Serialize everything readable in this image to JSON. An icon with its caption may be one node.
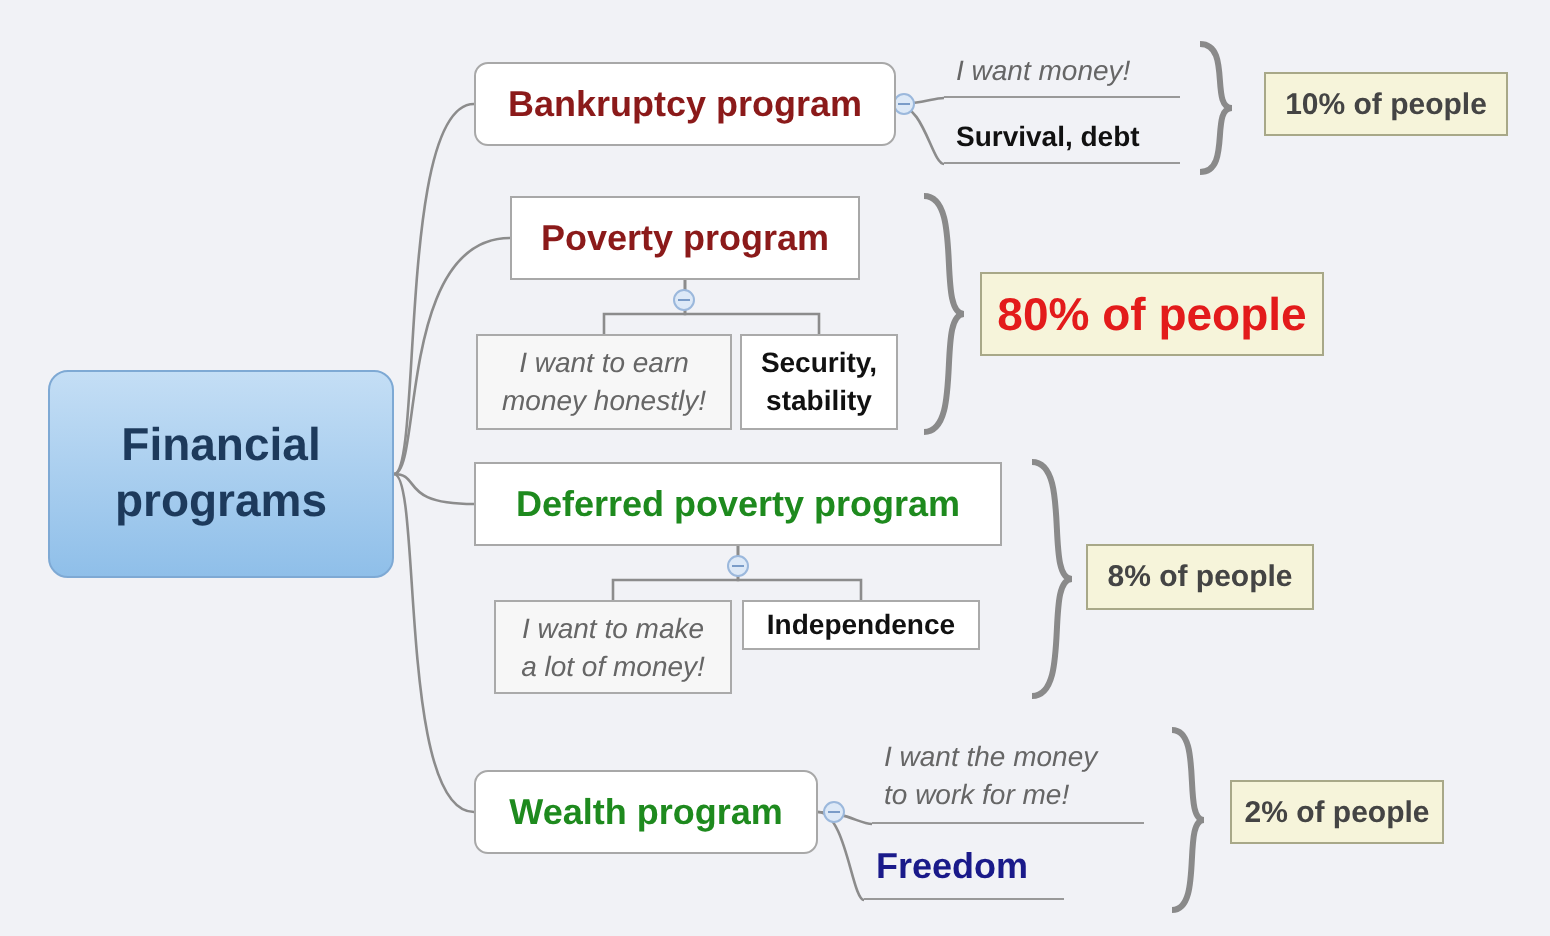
{
  "diagram": {
    "nodes": [
      {
        "text": [
          "Financial programs"
        ]
      },
      {
        "text": [
          "Bankruptcy program"
        ]
      },
      {
        "text": [
          "I want money!"
        ]
      },
      {
        "text": [
          "Survival, debt"
        ]
      },
      {
        "text": [
          "10% of people"
        ]
      },
      {
        "text": [
          "Poverty program"
        ]
      },
      {
        "text": [
          "I want to earn money honestly!"
        ]
      },
      {
        "text": [
          "Security, stability"
        ]
      },
      {
        "text": [
          "80% of people"
        ]
      },
      {
        "text": [
          "Deferred poverty program"
        ]
      },
      {
        "text": [
          "I want to make a lot of money!"
        ]
      },
      {
        "text": [
          "Independence"
        ]
      },
      {
        "text": [
          "8% of people"
        ]
      },
      {
        "text": [
          "Wealth program"
        ]
      },
      {
        "text": [
          "I want the money to work for me!"
        ]
      },
      {
        "text": [
          "Freedom"
        ]
      },
      {
        "text": [
          "2% of people"
        ]
      }
    ],
    "edges": [
      {
        "from": 0,
        "to": 1,
        "arrow": "none"
      },
      {
        "from": 0,
        "to": 5,
        "arrow": "none"
      },
      {
        "from": 0,
        "to": 9,
        "arrow": "none"
      },
      {
        "from": 0,
        "to": 13,
        "arrow": "none"
      },
      {
        "from": 1,
        "to": 2,
        "arrow": "none"
      },
      {
        "from": 1,
        "to": 3,
        "arrow": "none"
      },
      {
        "from": 5,
        "to": 6,
        "arrow": "none"
      },
      {
        "from": 5,
        "to": 7,
        "arrow": "none"
      },
      {
        "from": 9,
        "to": 10,
        "arrow": "none"
      },
      {
        "from": 9,
        "to": 11,
        "arrow": "none"
      },
      {
        "from": 13,
        "to": 14,
        "arrow": "none"
      },
      {
        "from": 13,
        "to": 15,
        "arrow": "none"
      }
    ]
  }
}
